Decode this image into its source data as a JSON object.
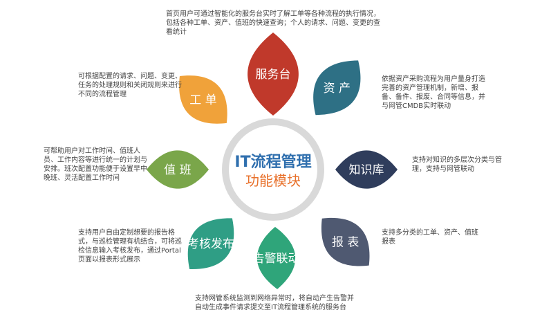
{
  "center": {
    "line1": "IT流程管理",
    "line2": "功能模块"
  },
  "petals": [
    {
      "id": "service-desk",
      "label": "服务台",
      "color": "#c0392b",
      "desc": "首页用户可通过智能化的服务台实时了解工单等各种流程的执行情况，包括各种工单、资产、值班的快速查询；个人的请求、问题、变更的查看统计"
    },
    {
      "id": "asset",
      "label": "资 产",
      "color": "#2e7085",
      "desc": "依据资产采购流程为用户量身打造完善的资产管理机制，新增、报备、备件、报废、合同等信息，并与网管CMDB实时联动"
    },
    {
      "id": "knowledge-base",
      "label": "知识库",
      "color": "#2f3d5c",
      "desc": "支持对知识的多层次分类与管理，支持与网管联动"
    },
    {
      "id": "report",
      "label": "报 表",
      "color": "#4f5971",
      "desc": "支持多分类的工单、资产、值班报表"
    },
    {
      "id": "alarm-linkage",
      "label": "告警联动",
      "color": "#2fa57a",
      "desc": "支持网管系统监测到网络异常时，将自动产生告警并自动生成事件请求提交至IT流程管理系统的服务台"
    },
    {
      "id": "assessment",
      "label": "考核发布",
      "color": "#2f9e85",
      "desc": "支持用户自由定制想要的报告格式，与巡检管理有机结合，可将巡检信息输入考核发布，通过Portal页面以报表形式展示"
    },
    {
      "id": "duty",
      "label": "值 班",
      "color": "#7aa64a",
      "desc": "可帮助用户对工作时间、值班人员、工作内容等进行统一的计划与安排。班次配置功能便于设置早中晚班、灵活配置工作时间"
    },
    {
      "id": "work-order",
      "label": "工 单",
      "color": "#f0a23a",
      "desc": "可根据配置的请求、问题、变更、任务的处理规则和关闭规则来进行不同的流程管理"
    }
  ]
}
